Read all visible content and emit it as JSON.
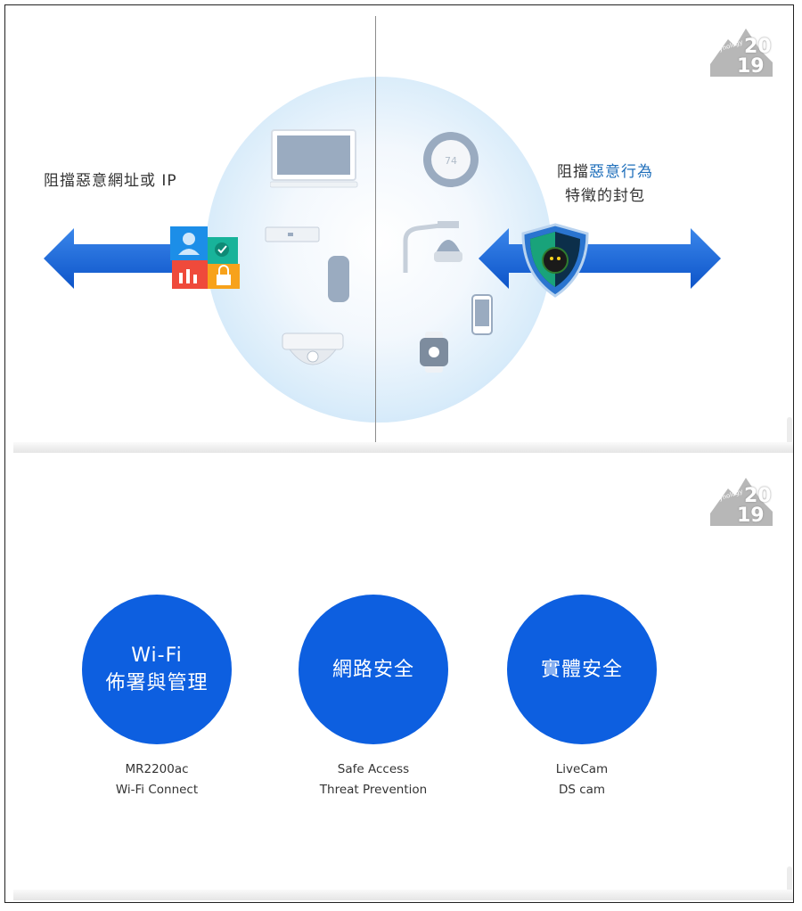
{
  "slide1": {
    "left_label": "阻擋惡意網址或 IP",
    "right_label_line1_prefix": "阻擋",
    "right_label_line1_highlight": "惡意行為",
    "right_label_line2": "特徵的封包"
  },
  "logo": {
    "brand": "Synology",
    "year_top": "20",
    "year_bottom": "19"
  },
  "slide2": {
    "items": [
      {
        "title_line1": "Wi-Fi",
        "title_line2": "佈署與管理",
        "caption_line1": "MR2200ac",
        "caption_line2": "Wi-Fi Connect"
      },
      {
        "title_line1": "網路安全",
        "title_line2": "",
        "caption_line1": "Safe Access",
        "caption_line2": "Threat Prevention"
      },
      {
        "title_line1": "實體安全",
        "title_line2": "",
        "caption_line1": "LiveCam",
        "caption_line2": "DS cam"
      }
    ]
  },
  "colors": {
    "accent_blue": "#0d5fe0",
    "arrow_blue": "#1565d8",
    "highlight": "#1f6fbb"
  },
  "icons": [
    "double-arrow-icon",
    "user-app-icon",
    "check-app-icon",
    "chart-app-icon",
    "lock-app-icon",
    "shield-virus-icon",
    "laptop-icon",
    "router-icon",
    "speaker-icon",
    "dome-camera-icon",
    "thermostat-icon",
    "ptz-camera-icon",
    "phone-icon",
    "watch-icon"
  ]
}
